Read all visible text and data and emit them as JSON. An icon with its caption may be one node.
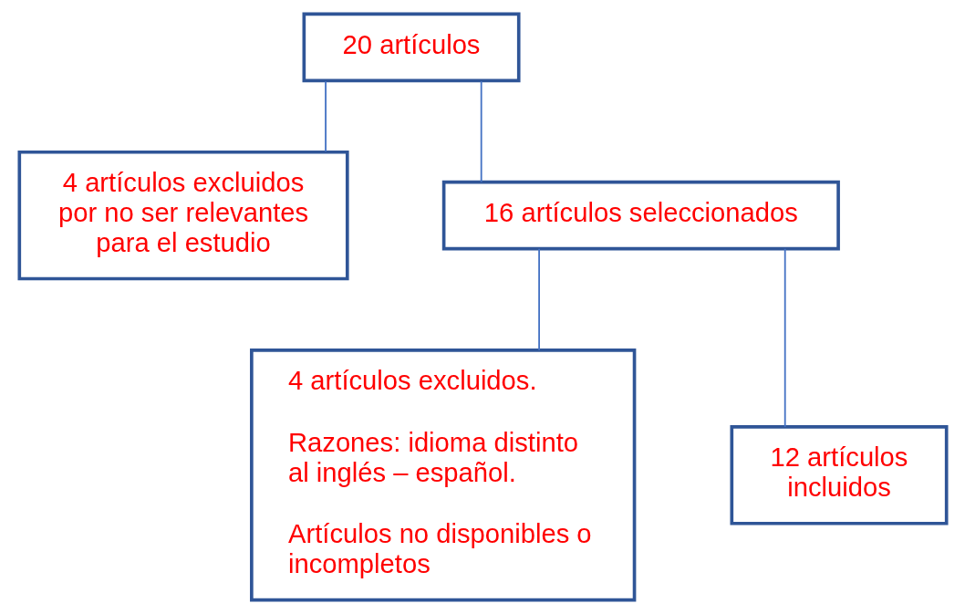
{
  "diagram": {
    "nodes": [
      {
        "text": [
          "20 artículos"
        ]
      },
      {
        "text": [
          "4 artículos excluidos por no ser relevantes para el estudio"
        ]
      },
      {
        "text": [
          "16 artículos seleccionados"
        ]
      },
      {
        "text": [
          "4 artículos excluidos.",
          "Razones: idioma distinto al inglés – español.",
          "Artículos no disponibles o incompletos"
        ]
      },
      {
        "text": [
          "12 artículos incluidos"
        ]
      }
    ],
    "edges": [
      {
        "from": 0,
        "to": 2,
        "arrow": "none"
      },
      {
        "from": 0,
        "to": 1,
        "arrow": "none"
      },
      {
        "from": 2,
        "to": 3,
        "arrow": "none"
      },
      {
        "from": 2,
        "to": 4,
        "arrow": "none"
      }
    ]
  }
}
